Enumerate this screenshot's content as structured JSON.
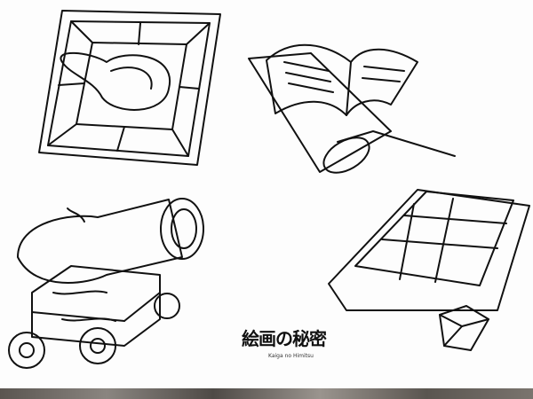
{
  "logo": {
    "text": "絵画の秘密",
    "subtitle": "Kaiga no Himitsu"
  },
  "drawings": [
    "mortar-and-pestle-frame",
    "open-book-with-brush",
    "cannon",
    "chocolate-bar"
  ]
}
